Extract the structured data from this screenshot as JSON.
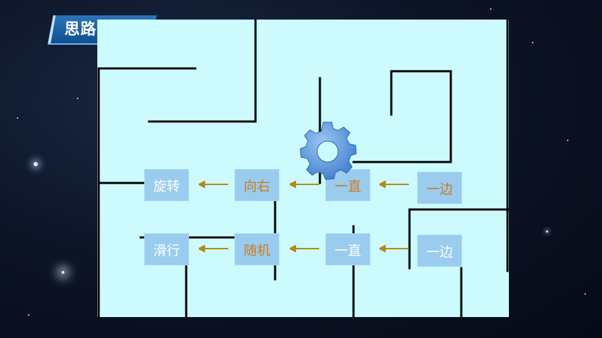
{
  "header": {
    "title": "思路分析"
  },
  "row1": {
    "boxes": [
      {
        "label": "旋转"
      },
      {
        "label": "向右"
      },
      {
        "label": "一直"
      },
      {
        "label": "一边"
      }
    ]
  },
  "row2": {
    "boxes": [
      {
        "label": "滑行"
      },
      {
        "label": "随机"
      },
      {
        "label": "一直"
      },
      {
        "label": "一边"
      }
    ]
  },
  "icons": {
    "gear": "gear-icon",
    "arrow": "arrow-left-icon"
  },
  "colors": {
    "maze_bg": "#ccfafd",
    "box_bg": "#99ccee",
    "label_orange": "#d07a20",
    "arrow": "#b08a1a",
    "gear": "#4f8fd8"
  }
}
